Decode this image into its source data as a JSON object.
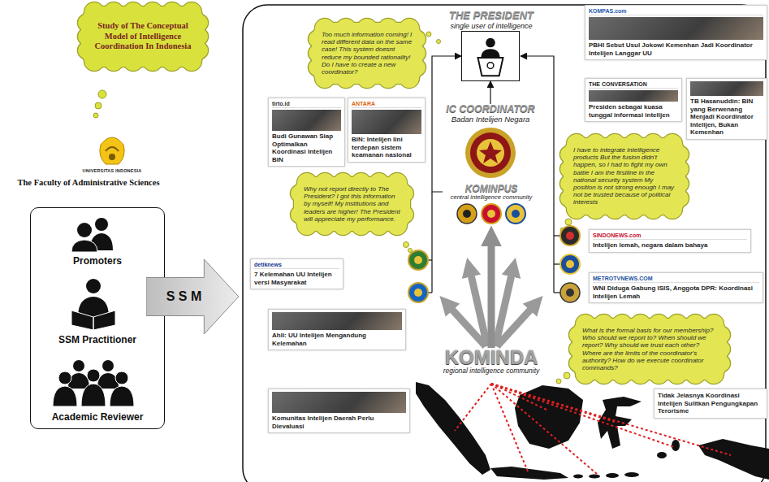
{
  "diagram": {
    "nodes": [
      {
        "text": [
          "Study of The Conceptual Model of Intelligence Coordination In Indonesia"
        ]
      },
      {
        "text": [
          "Promoters",
          "SSM Practitioner",
          "Academic Reviewer"
        ]
      },
      {
        "text": [
          "S S M"
        ]
      },
      {
        "text": [
          "THE PRESIDENT",
          "single user of intelligence"
        ]
      },
      {
        "text": [
          "Too much information coming! I read different data on the same case! This system doesnt reduce my bounded rationality! Do I have to create a new coordinator?"
        ]
      },
      {
        "text": [
          "KOMPAS.com",
          "PBHI Sebut Usul Jokowi Kemenhan Jadi Koordinator Intelijen Langgar UU"
        ]
      },
      {
        "text": [
          "THE CONVERSATION",
          "Presiden sebagai kuasa tunggal informasi intelijen"
        ]
      },
      {
        "text": [
          "TB Hasanuddin: BIN yang Berwenang Menjadi Koordinator Intelijen, Bukan Kemenhan"
        ]
      },
      {
        "text": [
          "tirto.id",
          "Budi Gunawan Siap Optimalkan Koordinasi Intelijen BIN"
        ]
      },
      {
        "text": [
          "ANTARA",
          "BIN: Intelijen lini terdepan sistem keamanan nasional"
        ]
      },
      {
        "text": [
          "IC COORDINATOR",
          "Badan Intelijen Negara"
        ]
      },
      {
        "text": [
          "I have to integrate intelligence products But the fusion didn't happen, so I had to fight my own battle I am the firstline in the national security system My position is not strong enough I may not be trusted because of political interests"
        ]
      },
      {
        "text": [
          "KOMINPUS",
          "central intelligence community"
        ]
      },
      {
        "text": [
          "Why not report directly to The President? I got this information by myself! My institutions and leaders are higher! The President will appreciate my performance."
        ]
      },
      {
        "text": [
          "SINDONEWS.com",
          "Intelijen lemah, negara dalam bahaya"
        ]
      },
      {
        "text": [
          "METROTVNEWS.COM",
          "WNI Diduga Gabung ISIS, Anggota DPR: Koordinasi Intelijen Lemah"
        ]
      },
      {
        "text": [
          "detiknews",
          "7 Kelemahan UU Intelijen versi Masyarakat"
        ]
      },
      {
        "text": [
          "Ahli: UU Intelijen Mengandung Kelemahan"
        ]
      },
      {
        "text": [
          "KOMINDA",
          "regional intelligence community"
        ]
      },
      {
        "text": [
          "What is the formal basis for our membership? Who should we report to? When should we report? Why should we trust each other? Where are the limits of the coordinator's authority? How do we execute coordinator commands?"
        ]
      },
      {
        "text": [
          "Komunitas Intelijen Daerah Perlu Dievaluasi"
        ]
      },
      {
        "text": [
          "Tidak Jelasnya Koordinasi Intelijen Sulitkan Pengungkapan Terorisme"
        ]
      }
    ],
    "edges": [
      {
        "from": 12,
        "to": 3,
        "arrow": "to"
      },
      {
        "from": 10,
        "to": 3,
        "arrow": "to"
      },
      {
        "from": 18,
        "to": 12,
        "arrow": "to"
      }
    ],
    "labels": [
      "UNIVERSITAS INDONESIA",
      "The Faculty of Administrative Sciences"
    ]
  }
}
